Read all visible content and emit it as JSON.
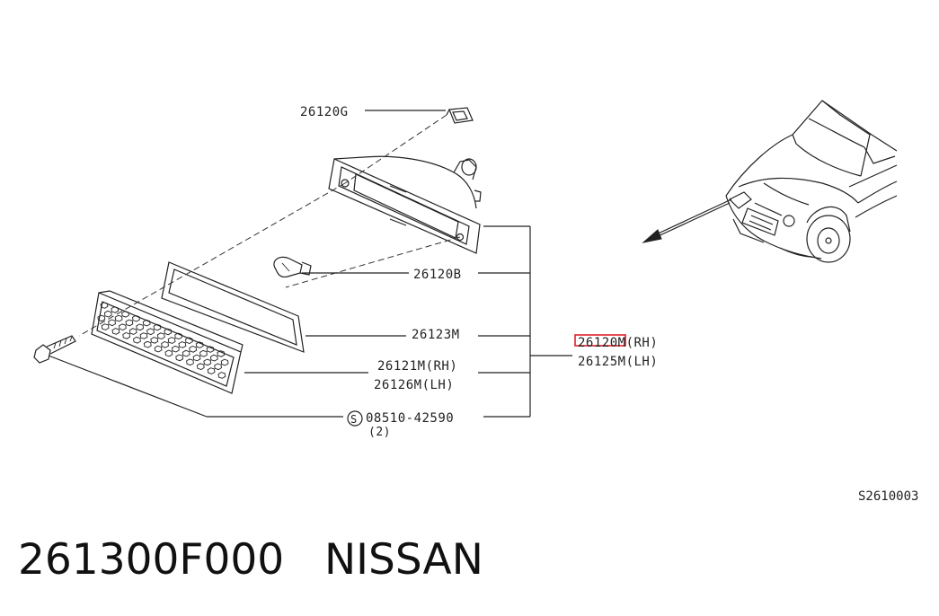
{
  "callouts": {
    "clip": "26120G",
    "bulb": "26120B",
    "gasket": "26123M",
    "lens_rh": "26121M(RH)",
    "lens_lh": "26126M(LH)",
    "screw": "08510-42590",
    "screw_qty": "(2)",
    "screw_symbol": "S",
    "assembly_rh": "26120M(RH)",
    "assembly_lh": "26125M(LH)"
  },
  "diagram_code": "S2610003",
  "part_number": "261300F000",
  "brand": "NISSAN",
  "highlight_color": "#e0202a"
}
